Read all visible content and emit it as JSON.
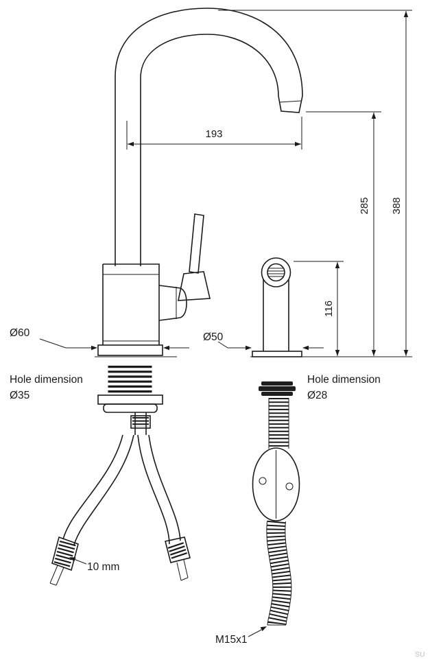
{
  "drawing": {
    "title": "kitchen-faucet-with-hand-spray-dimension-drawing",
    "dimensions": {
      "spout_reach": "193",
      "spout_outlet_height": "285",
      "total_height": "388",
      "spray_height": "116",
      "faucet_base_diameter": "Ø60",
      "spray_base_diameter": "Ø50",
      "faucet_hole_line1": "Hole dimension",
      "faucet_hole_line2": "Ø35",
      "spray_hole_line1": "Hole dimension",
      "spray_hole_line2": "Ø28",
      "hose_connector_size": "10 mm",
      "hose_thread": "M15x1"
    },
    "watermark": "SU",
    "colors": {
      "line": "#1a1a1a",
      "background": "#ffffff",
      "watermark": "#c0c0c0"
    }
  }
}
